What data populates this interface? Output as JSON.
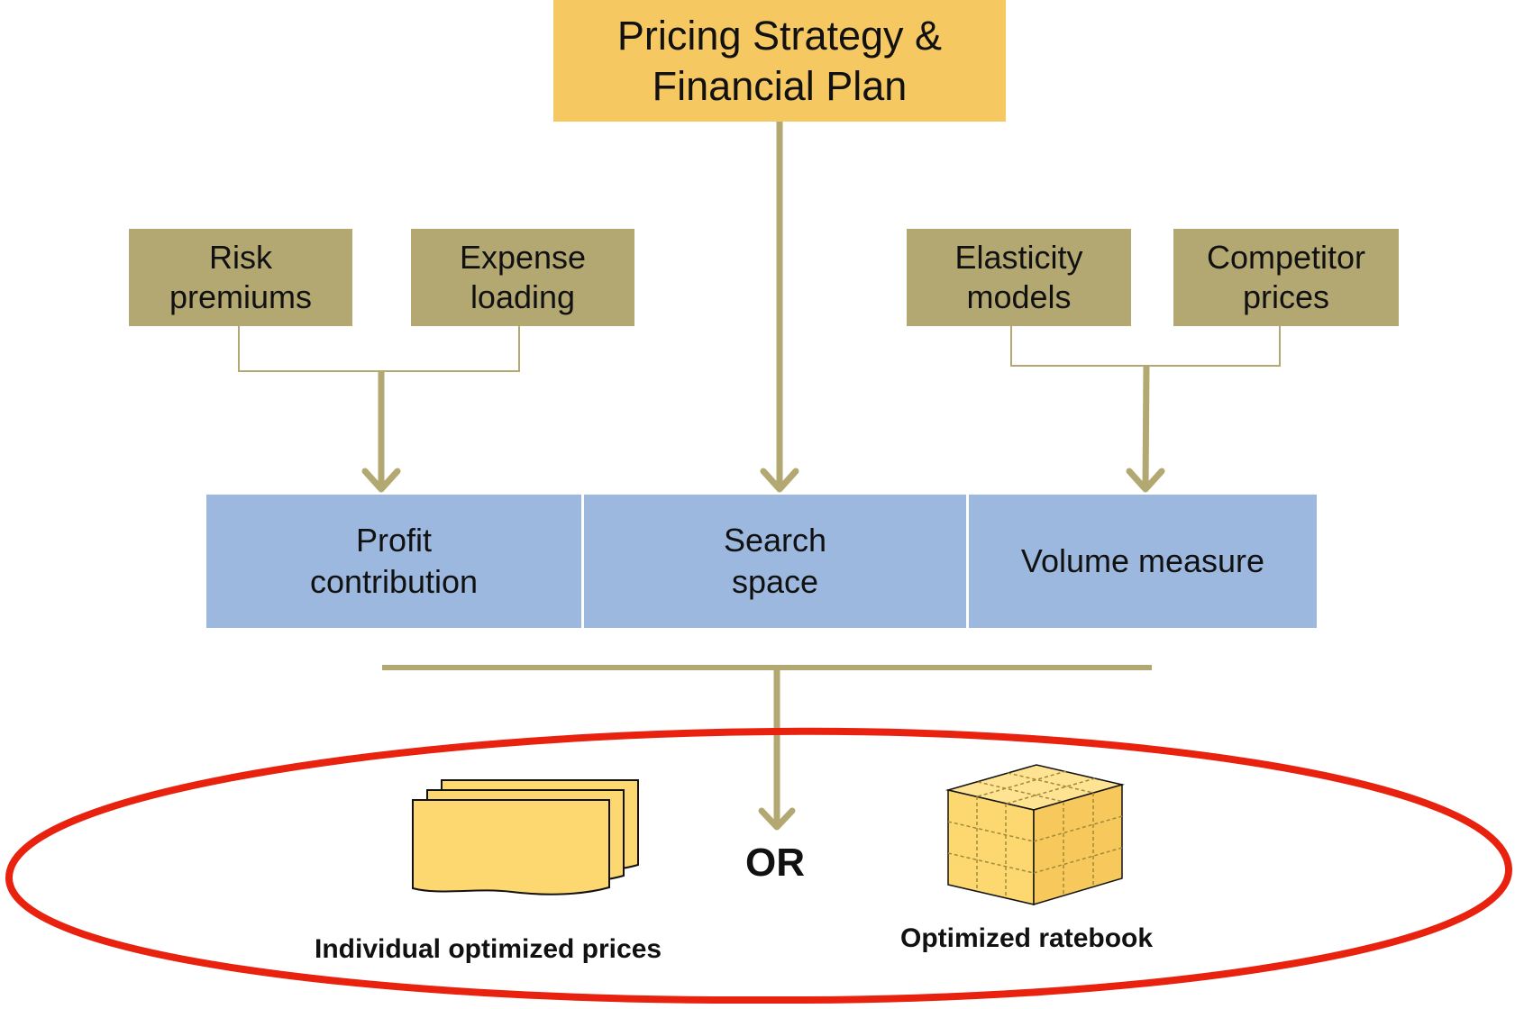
{
  "top": {
    "line1": "Pricing Strategy &",
    "line2": "Financial Plan"
  },
  "inputs": [
    {
      "line1": "Risk",
      "line2": "premiums"
    },
    {
      "line1": "Expense",
      "line2": "loading"
    },
    {
      "line1": "Elasticity",
      "line2": "models"
    },
    {
      "line1": "Competitor",
      "line2": "prices"
    }
  ],
  "components": [
    {
      "line1": "Profit",
      "line2": "contribution"
    },
    {
      "line1": "Search",
      "line2": "space"
    },
    {
      "line1": "Volume measure",
      "line2": ""
    }
  ],
  "outputs": {
    "left_label": "Individual optimized prices",
    "or_label": "OR",
    "right_label": "Optimized ratebook"
  },
  "colors": {
    "top_box": "#f6c862",
    "input_box": "#b3a872",
    "component_box": "#9cb8df",
    "connector": "#b3a872",
    "ellipse": "#e8220e",
    "output_icon_fill": "#fdd870"
  }
}
